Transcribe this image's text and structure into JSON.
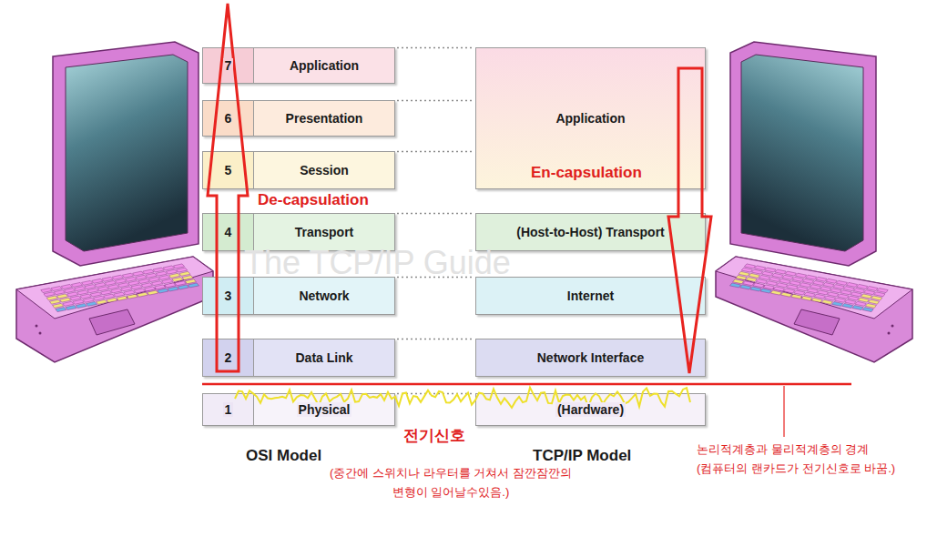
{
  "diagram": {
    "nodes": [
      {
        "text": [
          "7",
          "Application"
        ]
      },
      {
        "text": [
          "6",
          "Presentation"
        ]
      },
      {
        "text": [
          "5",
          "Session"
        ]
      },
      {
        "text": [
          "4",
          "Transport"
        ]
      },
      {
        "text": [
          "3",
          "Network"
        ]
      },
      {
        "text": [
          "2",
          "Data Link"
        ]
      },
      {
        "text": [
          "1",
          "Physical"
        ]
      },
      {
        "text": [
          "Application"
        ]
      },
      {
        "text": [
          "(Host-to-Host) Transport"
        ]
      },
      {
        "text": [
          "Internet"
        ]
      },
      {
        "text": [
          "Network Interface"
        ]
      },
      {
        "text": [
          "(Hardware)"
        ]
      }
    ],
    "labels": [
      "De-capsulation",
      "En-capsulation",
      "전기신호",
      "OSI Model",
      "TCP/IP Model",
      "(중간에 스위치나 라우터를 거쳐서 잠깐잠깐의 변형이 일어날수있음.)",
      "논리적계층과 물리적계층의 경계(컴퓨터의 랜카드가 전기신호로 바꿈.)",
      "The TCP/IP Guide"
    ]
  }
}
